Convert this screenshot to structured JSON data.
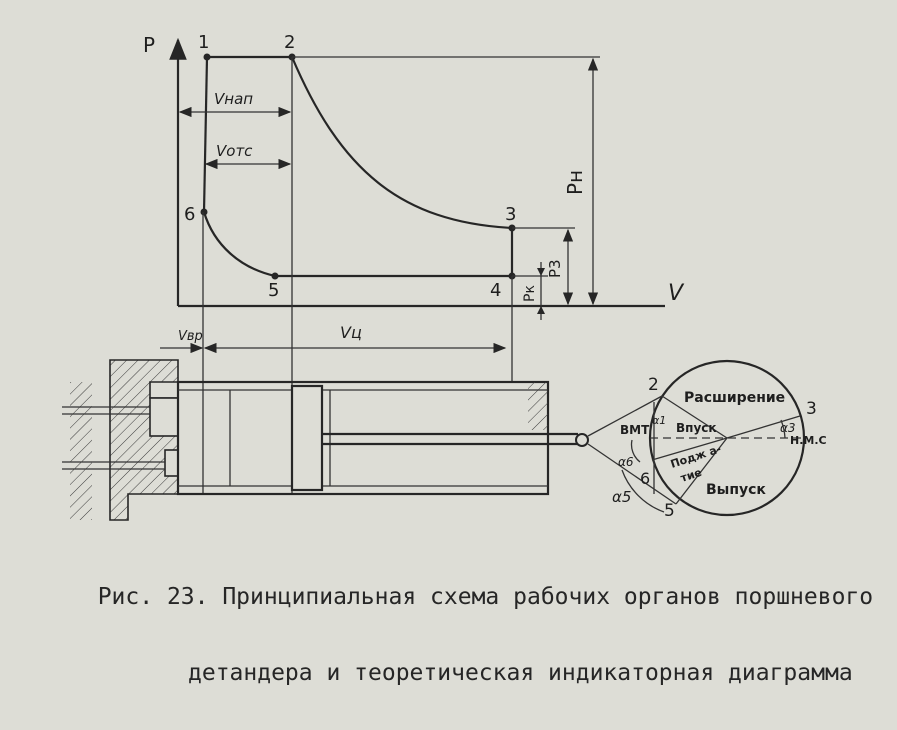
{
  "diagram": {
    "axis_p": "P",
    "axis_v": "V",
    "points": {
      "p1": "1",
      "p2": "2",
      "p3": "3",
      "p4": "4",
      "p5": "5",
      "p6": "6"
    },
    "v_nap": "Vнап",
    "v_otc": "Vотс",
    "p_h": "Pн",
    "p_3": "P3",
    "p_k": "Pк",
    "v_vr": "Vвр",
    "v_c": "Vц"
  },
  "circle": {
    "pt2": "2",
    "pt3": "3",
    "pt5": "5",
    "pt6": "6",
    "expansion": "Расширение",
    "intake": "Впуск",
    "exhaust": "Выпуск",
    "compression_1": "Подж а-",
    "compression_2": "тие",
    "vmt": "ВМТ",
    "nmc": "Н.М.С",
    "alpha1": "α1",
    "alpha3": "α3",
    "alpha5": "α5",
    "alpha6": "α6"
  },
  "caption": {
    "line1": "Рис. 23. Принципиальная схема рабочих органов поршневого",
    "line2": "детандера и теоретическая индикаторная диаграмма"
  }
}
